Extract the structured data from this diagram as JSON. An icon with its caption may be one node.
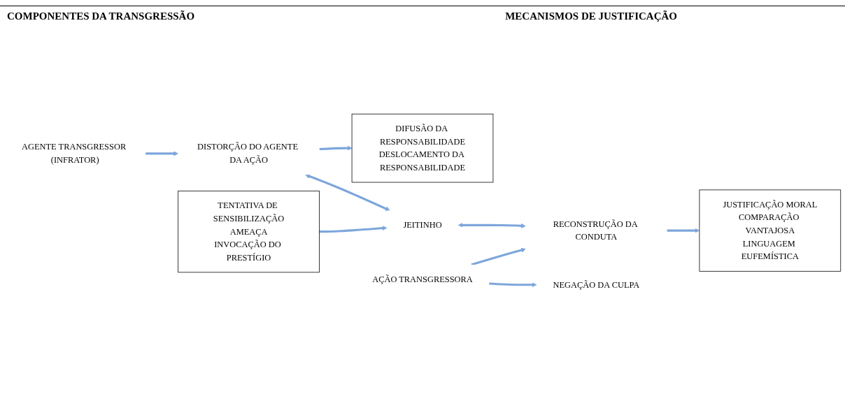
{
  "diagram": {
    "nodes": [
      {
        "text": [
          "AGENTE TRANSGRESSOR (INFRATOR)"
        ]
      },
      {
        "text": [
          "DISTORÇÃO DO AGENTE DA AÇÃO"
        ]
      },
      {
        "text": [
          "DIFUSÃO DA RESPONSABILIDADE",
          "DESLOCAMENTO DA RESPONSABILIDADE"
        ]
      },
      {
        "text": [
          "JEITINHO"
        ]
      },
      {
        "text": [
          "TENTATIVA DE SENSIBILIZAÇÃO",
          "AMEAÇA",
          "INVOCAÇÃO DO PRESTÍGIO"
        ]
      },
      {
        "text": [
          "AÇÃO TRANSGRESSORA"
        ]
      },
      {
        "text": [
          "RECONSTRUÇÃO DA CONDUTA"
        ]
      },
      {
        "text": [
          "JUSTIFICAÇÃO MORAL",
          "COMPARAÇÃO VANTAJOSA",
          "LINGUAGEM EUFEMÍSTICA"
        ]
      },
      {
        "text": [
          "NEGAÇÃO DA CULPA"
        ]
      }
    ],
    "edges": [
      {
        "from": 0,
        "to": 1,
        "arrow": "to"
      },
      {
        "from": 1,
        "to": 2,
        "arrow": "to"
      },
      {
        "from": 1,
        "to": 3,
        "arrow": "both"
      },
      {
        "from": 4,
        "to": 3,
        "arrow": "to"
      },
      {
        "from": 3,
        "to": 6,
        "arrow": "both"
      },
      {
        "from": 5,
        "to": 6,
        "arrow": "to"
      },
      {
        "from": 5,
        "to": 8,
        "arrow": "to"
      },
      {
        "from": 6,
        "to": 7,
        "arrow": "to"
      }
    ],
    "labels": [
      "COMPONENTES DA TRANSGRESSÃO",
      "MECANISMOS DE JUSTIFICAÇÃO"
    ]
  }
}
